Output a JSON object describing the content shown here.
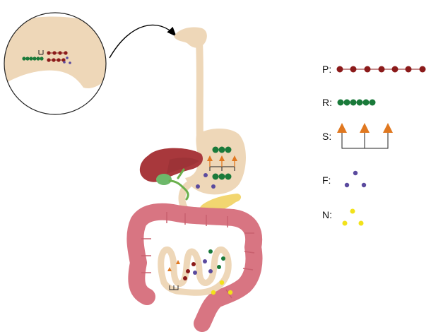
{
  "colors": {
    "tract": "#eed7b8",
    "colon": "#d87582",
    "colon_dark": "#c8606e",
    "liver": "#a8383c",
    "gallbladder": "#6db86a",
    "bile_duct": "#6ab04c",
    "pancreas": "#f2d670",
    "protein": "#8b1a1a",
    "carb": "#1a7a3a",
    "arrow": "#e07820",
    "fat": "#5a4a9e",
    "nucleic": "#f2e21a"
  },
  "legend": [
    {
      "key": "P",
      "label": "P:",
      "icon": "chain-of-red-beads"
    },
    {
      "key": "R",
      "label": "R:",
      "icon": "chain-of-green-beads"
    },
    {
      "key": "S",
      "label": "S:",
      "icon": "three-orange-arrows-on-bracket"
    },
    {
      "key": "F",
      "label": "F:",
      "icon": "three-purple-dots"
    },
    {
      "key": "N",
      "label": "N:",
      "icon": "three-yellow-dots"
    }
  ]
}
